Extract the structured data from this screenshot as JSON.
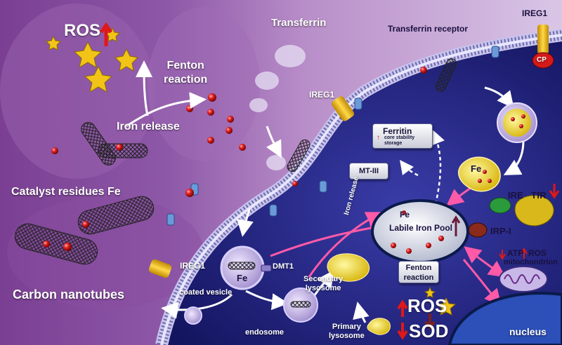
{
  "labels": {
    "ros": "ROS",
    "fenton_reaction_left": "Fenton\nreaction",
    "iron_release_left": "Iron release",
    "catalyst": "Catalyst  residues Fe",
    "carbon_nanotubes": "Carbon nanotubes",
    "transferrin": "Transferrin",
    "transferrin_receptor": "Transferrin  receptor",
    "ireg1_top_right": "IREG1",
    "cp": "CP",
    "ireg1_membrane": "IREG1",
    "ireg1_bottom": "IREG1",
    "ferritin_title": "Ferritin",
    "ferritin_sub1": "core stability",
    "ferritin_sub2": "storage",
    "mt3": "MT-III",
    "fe_vesicle": "Fe",
    "fe_pool": "Fe",
    "fe_coated": "Fe",
    "labile_iron_pool": "Labile Iron Pool",
    "iron_release_mid": "Iron release",
    "ire": "IRE",
    "tfr": "TfR",
    "irp1": "IRP-I",
    "atp": "ATP",
    "ros_mito": "ROS",
    "mitochondrion": "mitochondrion",
    "dmt1": "DMT1",
    "coated_vesicle": "coated vesicle",
    "endosome": "endosome",
    "secondary_lysosome": "Secondary\nlysosome",
    "fenton_reaction_box": "Fenton\nreaction",
    "ros_bottom": "ROS",
    "sod": "SOD",
    "primary_lysosome": "Primary\nlysosome",
    "nucleus": "nucleus"
  },
  "colors": {
    "membrane": "#a9a7d8",
    "iron": "#d81e1e",
    "up_arrow": "#e01818",
    "down_arrow": "#7a1f1f",
    "pink_arrow": "#ff5aa8",
    "cytoplasm": "#1d1f7a"
  }
}
